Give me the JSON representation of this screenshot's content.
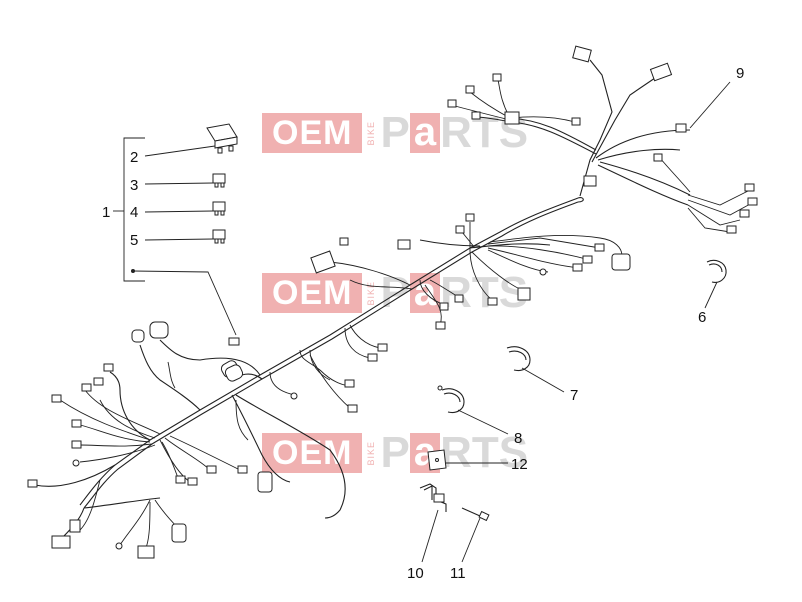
{
  "watermark": {
    "oem": "OEM",
    "bike": "BIKE",
    "p": "P",
    "a": "a",
    "rts": "RTS"
  },
  "callouts": {
    "n1": "1",
    "n2": "2",
    "n3": "3",
    "n4": "4",
    "n5": "5",
    "n6": "6",
    "n7": "7",
    "n8": "8",
    "n9": "9",
    "n10": "10",
    "n11": "11",
    "n12": "12"
  }
}
